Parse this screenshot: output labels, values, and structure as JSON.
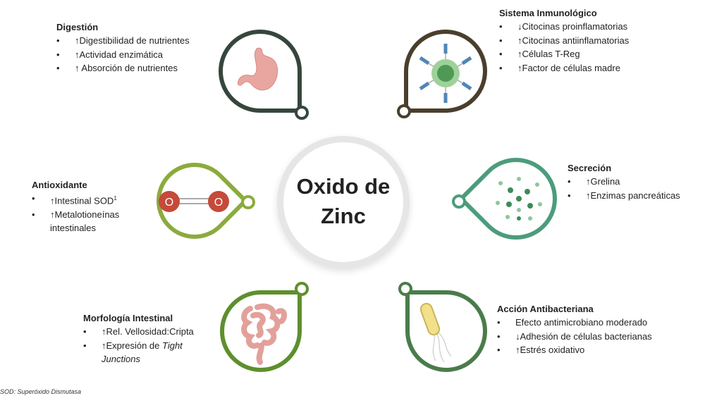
{
  "center": {
    "line1": "Oxido de",
    "line2": "Zinc"
  },
  "colors": {
    "digestion": "#36463c",
    "immune": "#4a3f2c",
    "antioxidant": "#8bab3c",
    "secretion": "#4c9c7c",
    "morphology": "#5e8f2e",
    "antibacterial": "#4a7c4a"
  },
  "digestion": {
    "title": "Digestión",
    "items": [
      "↑Digestibilidad de nutrientes",
      "↑Actividad enzimática",
      "↑ Absorción de nutrientes"
    ],
    "icon": "stomach-icon"
  },
  "immune": {
    "title": "Sistema Inmunológico",
    "items": [
      "↓Citocinas proinflamatorias",
      "↑Citocinas antiinflamatorias",
      "↑Células T-Reg",
      "↑Factor de células madre"
    ],
    "icon": "immune-cell-icon"
  },
  "antioxidant": {
    "title": "Antioxidante",
    "items": [
      "↑Intestinal SOD",
      "↑Metalotioneínas intestinales"
    ],
    "sup": "1",
    "icon": "o2-molecule-icon",
    "atom": "O"
  },
  "secretion": {
    "title": "Secreción",
    "items": [
      "↑Grelina",
      "↑Enzimas pancreáticas"
    ],
    "icon": "granules-icon"
  },
  "morphology": {
    "title": "Morfología Intestinal",
    "items": [
      "↑Rel. Vellosidad:Cripta",
      "↑Expresión de "
    ],
    "italic": "Tight Junctions",
    "icon": "intestine-icon"
  },
  "antibacterial": {
    "title": "Acción Antibacteriana",
    "items": [
      "Efecto antimicrobiano moderado",
      "↓Adhesión de células bacterianas",
      "↑Estrés oxidativo"
    ],
    "icon": "bacterium-icon"
  },
  "footnote": "SOD: Superóxido Dismutasa"
}
